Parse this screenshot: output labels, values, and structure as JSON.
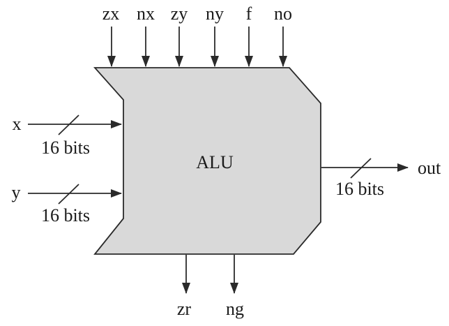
{
  "figure": {
    "title": "ALU",
    "top_inputs": [
      "zx",
      "nx",
      "zy",
      "ny",
      "f",
      "no"
    ],
    "left_inputs": [
      {
        "label": "x",
        "bus_width": "16 bits"
      },
      {
        "label": "y",
        "bus_width": "16 bits"
      }
    ],
    "right_output": {
      "label": "out",
      "bus_width": "16 bits"
    },
    "bottom_outputs": [
      "zr",
      "ng"
    ],
    "colors": {
      "body_fill": "#d9d9d9",
      "line": "#2a2a2a",
      "text": "#1a1a1a",
      "background": "#ffffff"
    }
  }
}
